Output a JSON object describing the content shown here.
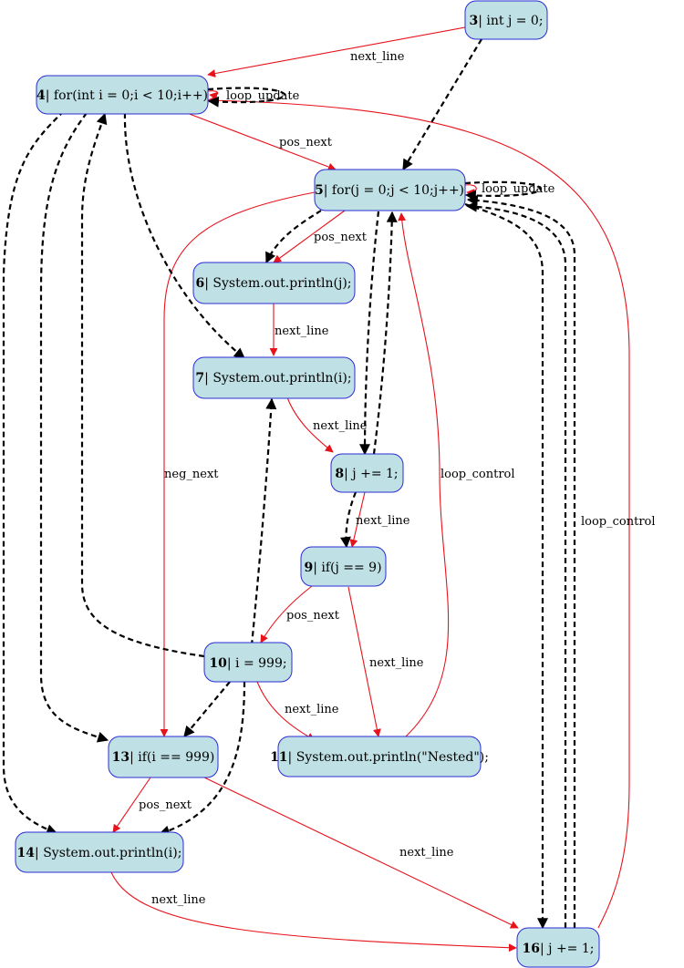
{
  "nodes": [
    {
      "id": "n3",
      "num": "3",
      "code": "| int j = 0;"
    },
    {
      "id": "n4",
      "num": "4",
      "code": "| for(int i = 0;i < 10;i++)"
    },
    {
      "id": "n5",
      "num": "5",
      "code": "| for(j = 0;j < 10;j++)"
    },
    {
      "id": "n6",
      "num": "6",
      "code": "| System.out.println(j);"
    },
    {
      "id": "n7",
      "num": "7",
      "code": "| System.out.println(i);"
    },
    {
      "id": "n8",
      "num": "8",
      "code": "| j += 1;"
    },
    {
      "id": "n9",
      "num": "9",
      "code": "| if(j == 9)"
    },
    {
      "id": "n10",
      "num": "10",
      "code": "| i = 999;"
    },
    {
      "id": "n11",
      "num": "11",
      "code": "| System.out.println(\"Nested\");"
    },
    {
      "id": "n13",
      "num": "13",
      "code": "| if(i == 999)"
    },
    {
      "id": "n14",
      "num": "14",
      "code": "| System.out.println(i);"
    },
    {
      "id": "n16",
      "num": "16",
      "code": "| j += 1;"
    }
  ],
  "edge_labels": {
    "e3_4": "next_line",
    "e4_self": "loop_update",
    "e4_5": "pos_next",
    "e5_self": "loop_update",
    "e5_6": "pos_next",
    "e6_7": "next_line",
    "e7_8": "next_line",
    "e5_13": "neg_next",
    "e11_5": "loop_control",
    "e16_4": "loop_control",
    "e8_9": "next_line",
    "e9_10": "pos_next",
    "e9_11": "next_line",
    "e10_11": "next_line",
    "e13_14": "pos_next",
    "e13_16": "next_line",
    "e14_16": "next_line"
  },
  "colors": {
    "node_fill": "#bfe0e4",
    "node_stroke": "#2b2bd6",
    "flow_edge": "#e8121b",
    "dependency_edge": "#000000"
  }
}
